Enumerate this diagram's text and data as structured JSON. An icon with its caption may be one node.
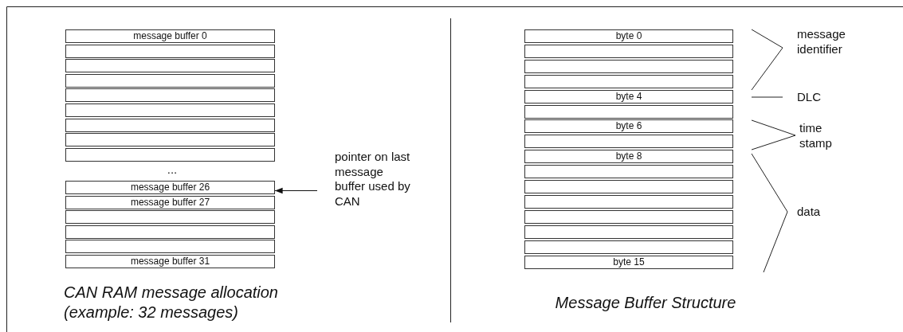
{
  "diagram": {
    "nodes": [
      {
        "text": [
          "message buffer 0"
        ]
      },
      {
        "text": [],
        "shape": "box"
      },
      {
        "text": [],
        "shape": "box"
      },
      {
        "text": [],
        "shape": "box"
      },
      {
        "text": [],
        "shape": "box"
      },
      {
        "text": [],
        "shape": "box"
      },
      {
        "text": [],
        "shape": "box"
      },
      {
        "text": [],
        "shape": "box"
      },
      {
        "text": [],
        "shape": "box"
      },
      {
        "text": [
          "message buffer 26"
        ]
      },
      {
        "text": [
          "message buffer 27"
        ]
      },
      {
        "text": [],
        "shape": "box"
      },
      {
        "text": [],
        "shape": "box"
      },
      {
        "text": [],
        "shape": "box"
      },
      {
        "text": [
          "message buffer 31"
        ]
      },
      {
        "text": [
          "pointer on last message buffer used by CAN"
        ]
      },
      {
        "text": [
          "byte 0"
        ]
      },
      {
        "text": [],
        "shape": "box"
      },
      {
        "text": [],
        "shape": "box"
      },
      {
        "text": [],
        "shape": "box"
      },
      {
        "text": [
          "byte 4"
        ]
      },
      {
        "text": [],
        "shape": "box"
      },
      {
        "text": [
          "byte 6"
        ]
      },
      {
        "text": [],
        "shape": "box"
      },
      {
        "text": [
          "byte 8"
        ]
      },
      {
        "text": [],
        "shape": "box"
      },
      {
        "text": [],
        "shape": "box"
      },
      {
        "text": [],
        "shape": "box"
      },
      {
        "text": [],
        "shape": "box"
      },
      {
        "text": [],
        "shape": "box"
      },
      {
        "text": [],
        "shape": "box"
      },
      {
        "text": [
          "byte 15"
        ]
      }
    ],
    "edges": [
      {
        "from": 15,
        "to": 9,
        "arrow": "to"
      }
    ],
    "labels": [
      "...",
      "message identifier",
      "DLC",
      "time stamp",
      "data",
      "CAN RAM message allocation (example: 32 messages)",
      "Message Buffer Structure"
    ]
  }
}
